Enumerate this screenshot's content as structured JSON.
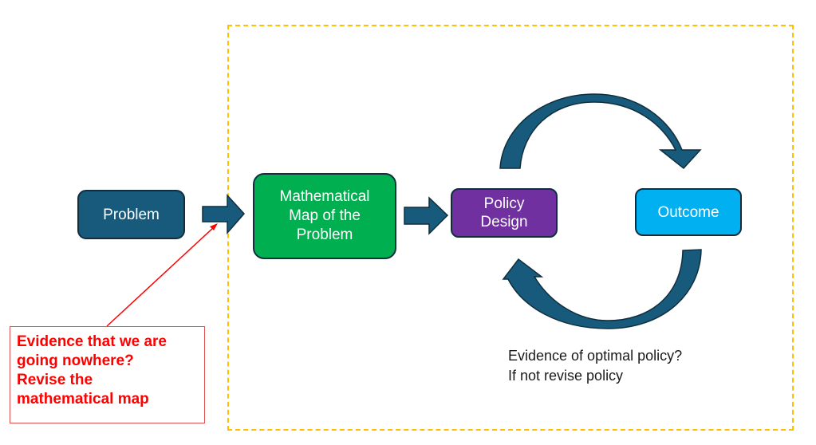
{
  "nodes": {
    "problem": {
      "label": "Problem",
      "color": "#185a7c"
    },
    "math_map": {
      "lines": [
        "Mathematical",
        "Map of the",
        "Problem"
      ],
      "color": "#00b050"
    },
    "policy_design": {
      "lines": [
        "Policy",
        "Design"
      ],
      "color": "#7030a0"
    },
    "outcome": {
      "label": "Outcome",
      "color": "#00b0f0"
    }
  },
  "callout": {
    "lines": [
      "Evidence that we are",
      "going nowhere?",
      "Revise the",
      "mathematical map"
    ],
    "color": "#ff0000"
  },
  "loop_note": {
    "lines": [
      "Evidence of optimal policy?",
      "If not revise policy"
    ]
  },
  "colors": {
    "arrow_fill": "#185a7c",
    "arrow_dark": "#123f57",
    "dashed_border": "#ffc000"
  }
}
